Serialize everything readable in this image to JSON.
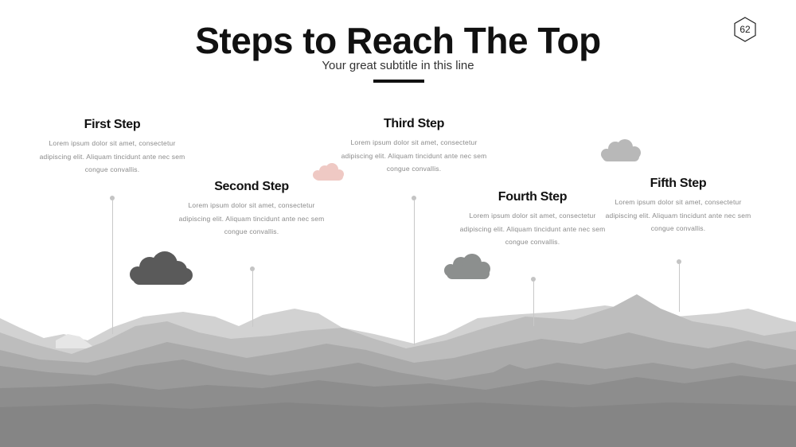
{
  "header": {
    "title": "Steps to Reach The Top",
    "subtitle": "Your great subtitle in this line",
    "page_number": "62"
  },
  "steps": [
    {
      "title": "First Step",
      "body": "Lorem ipsum dolor sit amet, consectetur adipiscing elit. Aliquam tincidunt ante nec sem congue convallis."
    },
    {
      "title": "Second Step",
      "body": "Lorem ipsum dolor sit amet, consectetur adipiscing elit. Aliquam tincidunt ante nec sem congue convallis."
    },
    {
      "title": "Third Step",
      "body": "Lorem ipsum dolor sit amet, consectetur adipiscing elit. Aliquam tincidunt ante nec sem congue convallis."
    },
    {
      "title": "Fourth Step",
      "body": "Lorem ipsum dolor sit amet, consectetur adipiscing elit. Aliquam tincidunt ante nec sem congue convallis."
    },
    {
      "title": "Fifth Step",
      "body": "Lorem ipsum dolor sit amet, consectetur adipiscing elit. Aliquam tincidunt ante nec sem congue convallis."
    }
  ],
  "colors": {
    "title": "#111111",
    "body_text": "#8a8a8a",
    "pin": "#c4c4c4",
    "cloud_dark": "#5a5a5a",
    "cloud_mid": "#8c8f8e",
    "cloud_light": "#b8b8b8",
    "cloud_pink": "#efc9c4"
  },
  "icons": {
    "page_badge": "hexagon-icon",
    "clouds": "cloud-icon",
    "background": "mountain-range"
  }
}
